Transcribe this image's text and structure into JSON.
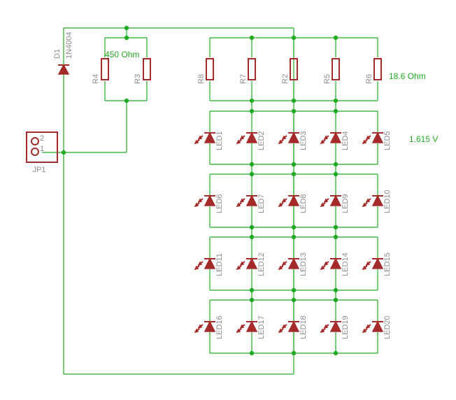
{
  "diode": {
    "name": "D1",
    "part": "1N4004"
  },
  "jumper": {
    "name": "JP1",
    "pin2": "2",
    "pin1": "1"
  },
  "left_resistors": {
    "names": [
      "R4",
      "R3"
    ],
    "value": "450 Ohm"
  },
  "right_resistors": {
    "names": [
      "R8",
      "R7",
      "R2",
      "R5",
      "R6"
    ],
    "value": "18.6 Ohm"
  },
  "led_voltage": "1.615 V",
  "led_rows": [
    [
      "LED1",
      "LED2",
      "LED3",
      "LED4",
      "LED5"
    ],
    [
      "LED6",
      "LED7",
      "LED8",
      "LED9",
      "LED10"
    ],
    [
      "LED11",
      "LED12",
      "LED13",
      "LED14",
      "LED15"
    ],
    [
      "LED16",
      "LED17",
      "LED18",
      "LED19",
      "LED20"
    ]
  ],
  "colors": {
    "wire": "#22aa22",
    "component": "#a52a2a",
    "label": "#8c8c8c"
  }
}
